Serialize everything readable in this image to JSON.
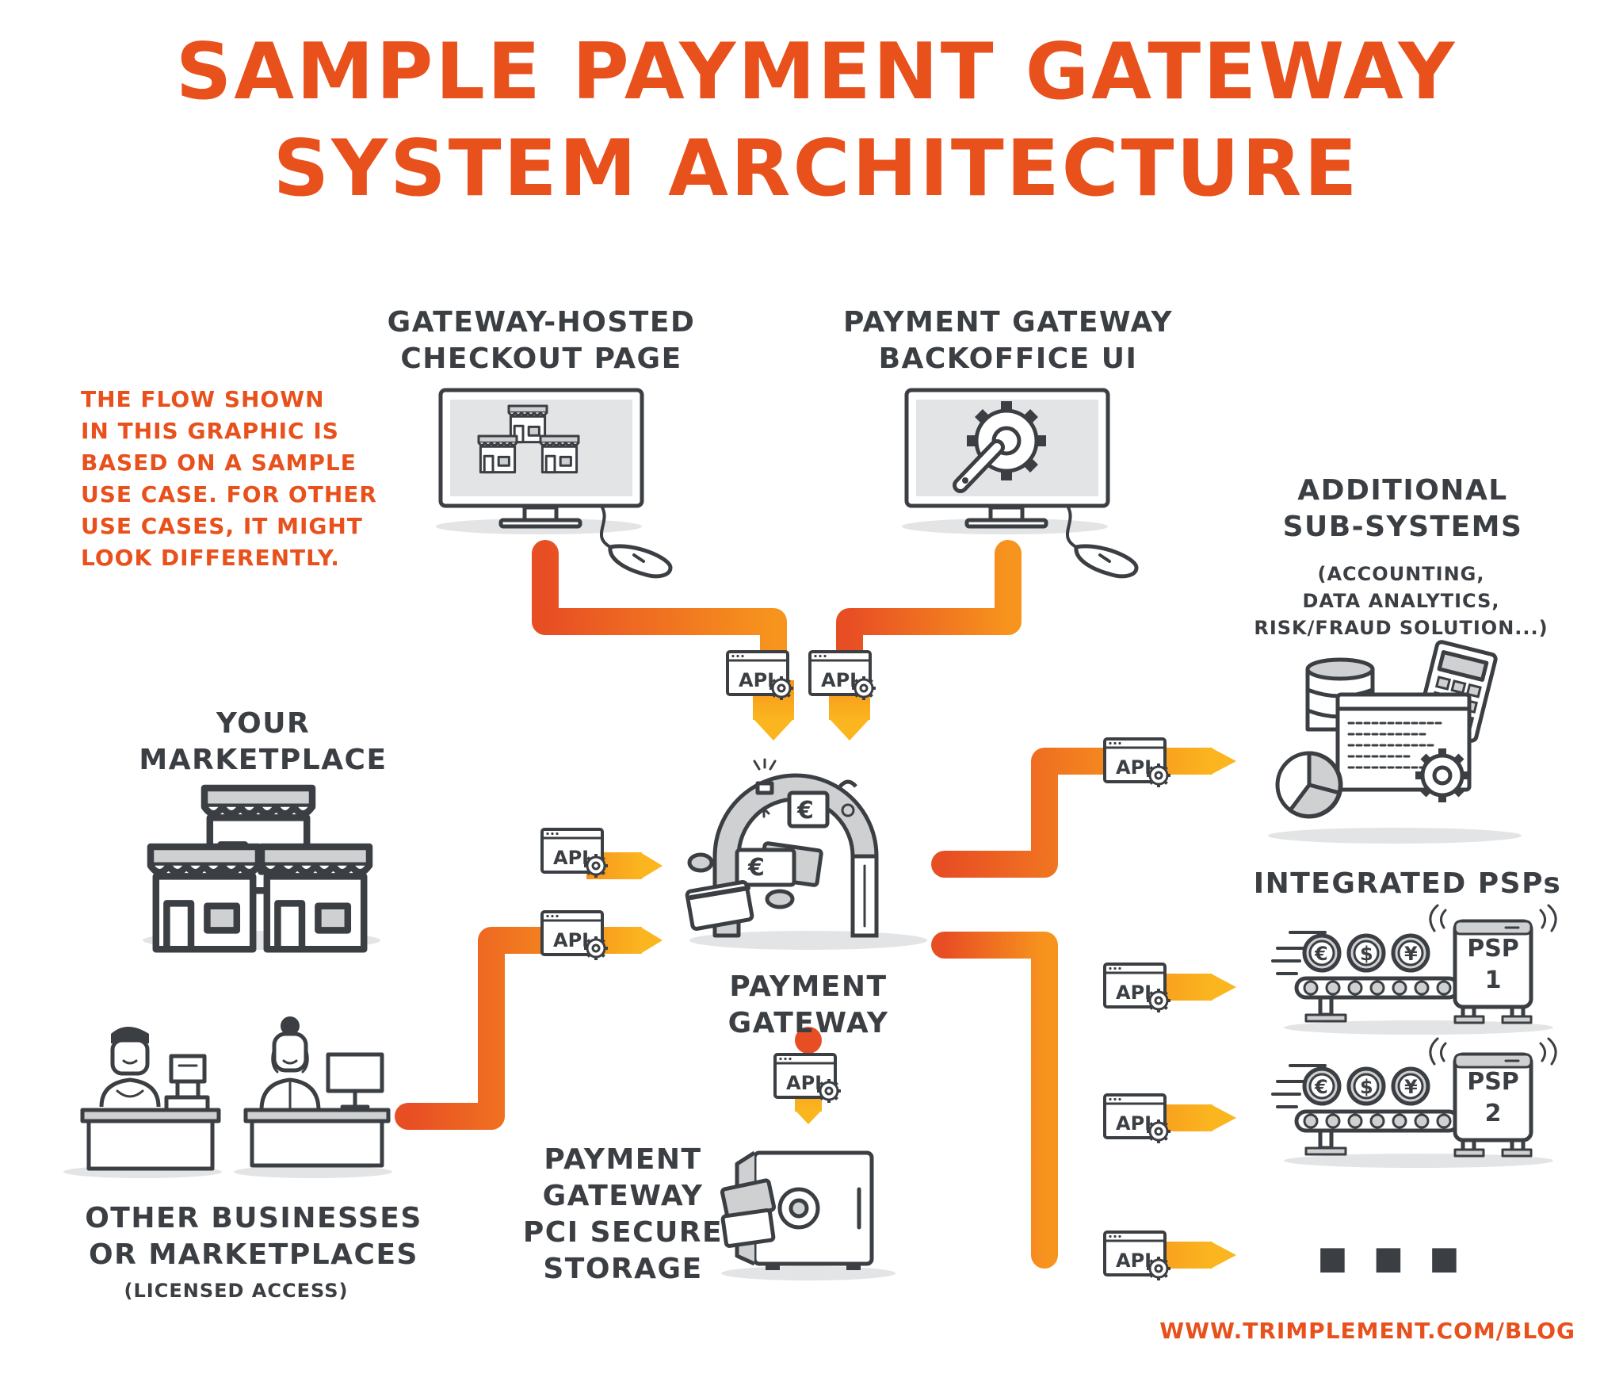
{
  "title": {
    "line1": "SAMPLE PAYMENT GATEWAY",
    "line2": "SYSTEM ARCHITECTURE"
  },
  "note": {
    "lines": [
      "THE FLOW SHOWN",
      "IN THIS GRAPHIC IS",
      "BASED ON A SAMPLE",
      "USE CASE. FOR OTHER",
      "USE CASES, IT MIGHT",
      "LOOK DIFFERENTLY."
    ]
  },
  "nodes": {
    "checkout": {
      "line1": "GATEWAY-HOSTED",
      "line2": "CHECKOUT PAGE"
    },
    "backoffice": {
      "line1": "PAYMENT GATEWAY",
      "line2": "BACKOFFICE UI"
    },
    "subsystems": {
      "line1": "ADDITIONAL",
      "line2": "SUB-SYSTEMS",
      "detail1": "(ACCOUNTING,",
      "detail2": "DATA ANALYTICS,",
      "detail3": "RISK/FRAUD SOLUTION...)"
    },
    "marketplace": {
      "line1": "YOUR",
      "line2": "MARKETPLACE"
    },
    "gateway": {
      "line1": "PAYMENT",
      "line2": "GATEWAY"
    },
    "storage": {
      "line1": "PAYMENT",
      "line2": "GATEWAY",
      "line3": "PCI SECURE",
      "line4": "STORAGE"
    },
    "others": {
      "line1": "OTHER BUSINESSES",
      "line2": "OR MARKETPLACES",
      "detail": "(LICENSED ACCESS)"
    },
    "psps": {
      "heading": "INTEGRATED PSPs",
      "psp1": {
        "label": "PSP",
        "number": "1"
      },
      "psp2": {
        "label": "PSP",
        "number": "2"
      },
      "more": "■ ■ ■"
    }
  },
  "api_label": "API",
  "currency": {
    "euro": "€",
    "dollar": "$",
    "yen": "¥"
  },
  "footer": {
    "url": "WWW.TRIMPLEMENT.COM/BLOG"
  },
  "colors": {
    "accent": "#e8501c",
    "pipe_start": "#ea5a24",
    "pipe_end": "#f8a51e",
    "ink": "#3b3f43",
    "gray": "#cfd0d2"
  },
  "icons": [
    "monitor-icon",
    "shop-icon",
    "gear-wrench-icon",
    "mouse-icon",
    "api-badge-icon",
    "gateway-magnet-icon",
    "safe-icon",
    "database-icon",
    "calculator-icon",
    "pie-chart-icon",
    "conveyor-icon",
    "cashier-icon"
  ]
}
